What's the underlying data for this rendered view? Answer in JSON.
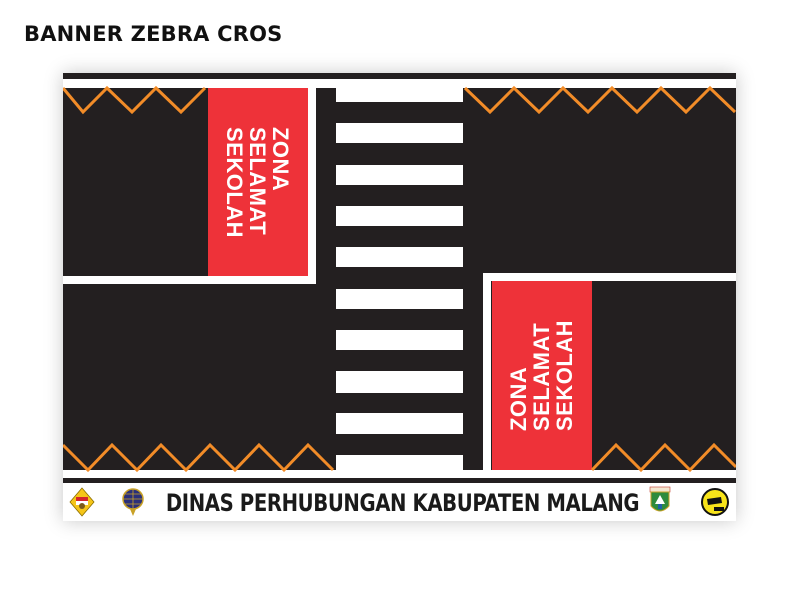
{
  "page": {
    "title": "BANNER ZEBRA CROS"
  },
  "banner": {
    "sign_top_left": "ZONA\nSELAMAT\nSEKOLAH",
    "sign_bottom_right": "ZONA\nSELAMAT\nSEKOLAH",
    "footer_text": "DINAS PERHUBUNGAN KABUPATEN MALANG",
    "logos": [
      {
        "name": "provincial-emblem-icon",
        "position": "footer-left-1"
      },
      {
        "name": "ministry-transport-globe-icon",
        "position": "footer-left-2"
      },
      {
        "name": "kabupaten-malang-emblem-icon",
        "position": "footer-right-1"
      },
      {
        "name": "road-safety-badge-icon",
        "position": "footer-right-2"
      }
    ],
    "colors": {
      "asphalt": "#231f20",
      "stripe": "#ffffff",
      "sign_red": "#ee3239",
      "zigzag_orange": "#f28c28",
      "footer_text": "#1a1a1a"
    },
    "zebra_stripe_count": 9
  }
}
